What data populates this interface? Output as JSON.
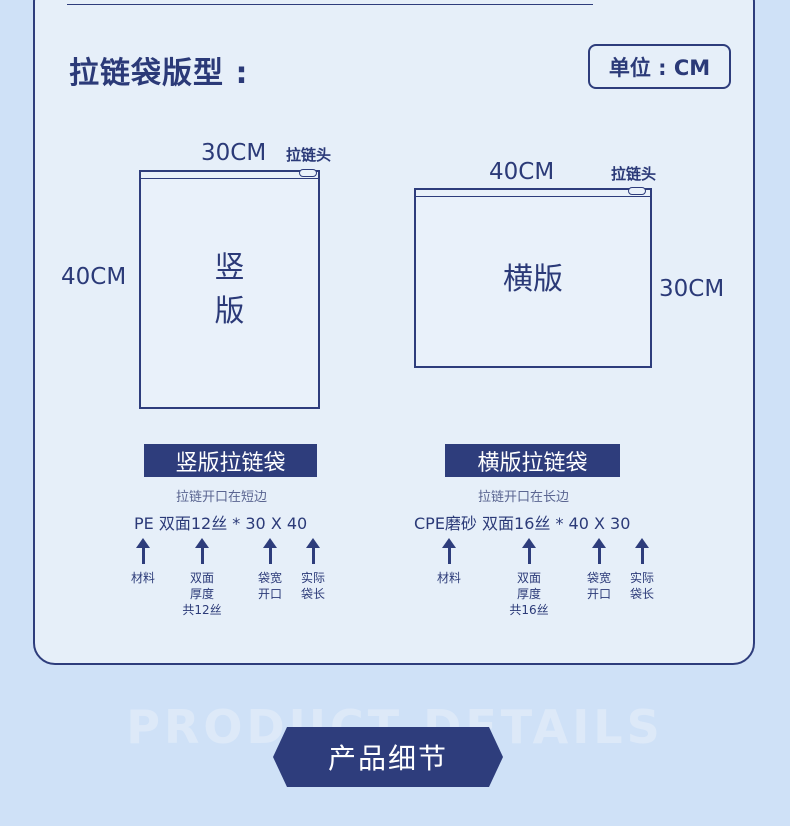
{
  "header": {
    "title": "拉链袋版型 :",
    "unit": "单位 : CM"
  },
  "vertical": {
    "width_label": "30CM",
    "height_label": "40CM",
    "zipper_label": "拉链头",
    "bag_text_1": "竖",
    "bag_text_2": "版",
    "pill": "竖版拉链袋",
    "note": "拉链开口在短边",
    "spec": "PE  双面12丝 * 30 X 40",
    "captions": [
      "材料",
      "双面\n厚度\n共12丝",
      "袋宽\n开口",
      "实际\n袋长"
    ]
  },
  "horizontal": {
    "width_label": "40CM",
    "height_label": "30CM",
    "zipper_label": "拉链头",
    "bag_text": "横版",
    "pill": "横版拉链袋",
    "note": "拉链开口在长边",
    "spec": "CPE磨砂  双面16丝 * 40 X 30",
    "captions": [
      "材料",
      "双面\n厚度\n共16丝",
      "袋宽\n开口",
      "实际\n袋长"
    ]
  },
  "footer": {
    "bg_word": "PRODUCT DETAILS",
    "banner": "产品细节"
  },
  "colors": {
    "navy": "#2e3d7c",
    "background": "#cfe1f7",
    "card": "#e6eff9"
  }
}
